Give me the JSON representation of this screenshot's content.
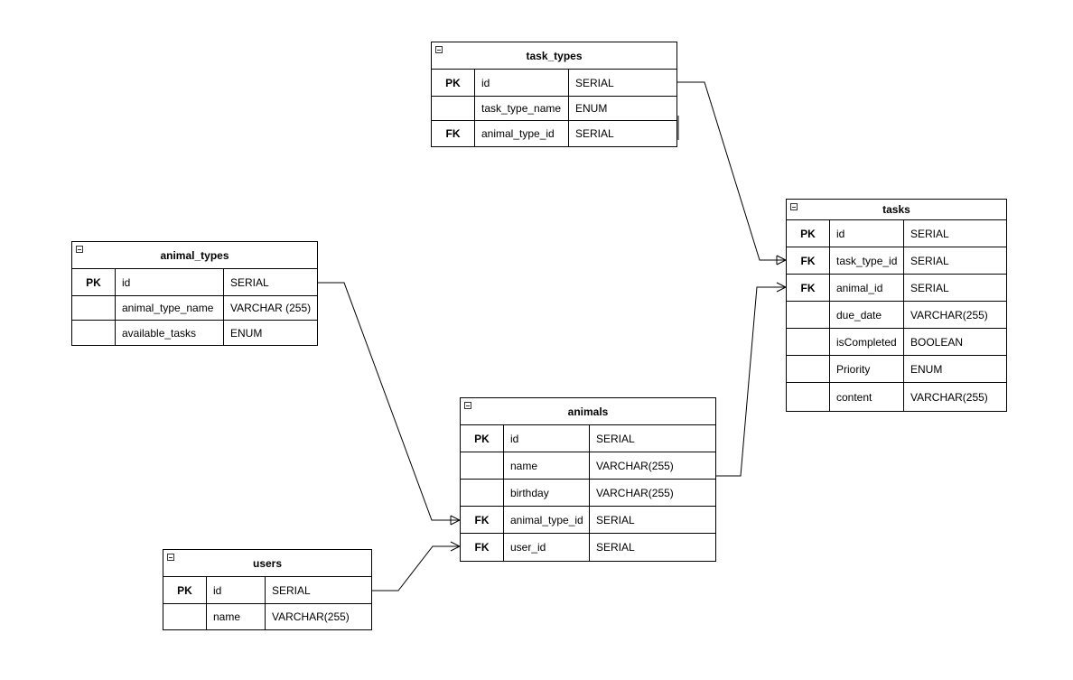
{
  "entities": [
    {
      "id": "task_types",
      "name": "task_types",
      "rows": [
        {
          "key": "PK",
          "name": "id",
          "type": "SERIAL"
        },
        {
          "key": "",
          "name": "task_type_name",
          "type": "ENUM"
        },
        {
          "key": "FK",
          "name": "animal_type_id",
          "type": "SERIAL"
        }
      ]
    },
    {
      "id": "tasks",
      "name": "tasks",
      "rows": [
        {
          "key": "PK",
          "name": "id",
          "type": "SERIAL"
        },
        {
          "key": "FK",
          "name": "task_type_id",
          "type": "SERIAL"
        },
        {
          "key": "FK",
          "name": "animal_id",
          "type": "SERIAL"
        },
        {
          "key": "",
          "name": "due_date",
          "type": "VARCHAR(255)"
        },
        {
          "key": "",
          "name": "isCompleted",
          "type": "BOOLEAN"
        },
        {
          "key": "",
          "name": "Priority",
          "type": "ENUM"
        },
        {
          "key": "",
          "name": "content",
          "type": "VARCHAR(255)"
        }
      ]
    },
    {
      "id": "animal_types",
      "name": "animal_types",
      "rows": [
        {
          "key": "PK",
          "name": "id",
          "type": "SERIAL"
        },
        {
          "key": "",
          "name": "animal_type_name",
          "type": "VARCHAR (255)"
        },
        {
          "key": "",
          "name": "available_tasks",
          "type": "ENUM"
        }
      ]
    },
    {
      "id": "animals",
      "name": "animals",
      "rows": [
        {
          "key": "PK",
          "name": "id",
          "type": "SERIAL"
        },
        {
          "key": "",
          "name": "name",
          "type": "VARCHAR(255)"
        },
        {
          "key": "",
          "name": "birthday",
          "type": "VARCHAR(255)"
        },
        {
          "key": "FK",
          "name": "animal_type_id",
          "type": "SERIAL"
        },
        {
          "key": "FK",
          "name": "user_id",
          "type": "SERIAL"
        }
      ]
    },
    {
      "id": "users",
      "name": "users",
      "rows": [
        {
          "key": "PK",
          "name": "id",
          "type": "SERIAL"
        },
        {
          "key": "",
          "name": "name",
          "type": "VARCHAR(255)"
        }
      ]
    }
  ],
  "relationships": [
    {
      "from": "task_types.id",
      "to": "tasks.task_type_id",
      "cardinality": "one-to-many"
    },
    {
      "from": "animals.name",
      "to": "tasks.animal_id",
      "cardinality": "one-to-many"
    },
    {
      "from": "animal_types.id",
      "to": "animals.animal_type_id",
      "cardinality": "one-to-many"
    },
    {
      "from": "users.id",
      "to": "animals.user_id",
      "cardinality": "one-to-many"
    }
  ]
}
